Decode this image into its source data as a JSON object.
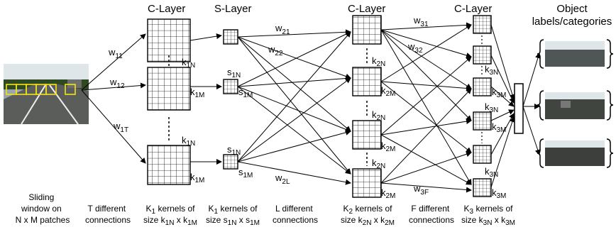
{
  "headers": {
    "c_layer_1": "C-Layer",
    "s_layer": "S-Layer",
    "c_layer_2": "C-Layer",
    "c_layer_3": "C-Layer",
    "output_line1": "Object",
    "output_line2": "labels/categories"
  },
  "weights": {
    "w11": "w",
    "w11_sub": "11",
    "w12": "w",
    "w12_sub": "12",
    "w1T": "w",
    "w1T_sub": "1T",
    "w21": "w",
    "w21_sub": "21",
    "w22": "w",
    "w22_sub": "22",
    "w2L": "w",
    "w2L_sub": "2L",
    "w31": "w",
    "w31_sub": "31",
    "w32": "w",
    "w32_sub": "32",
    "w3F": "w",
    "w3F_sub": "3F"
  },
  "kernel_labels": {
    "k": "k",
    "s": "s",
    "k1N": "1N",
    "k1M": "1M",
    "s1N": "1N",
    "s1M": "1M",
    "k2N": "2N",
    "k2M": "2M",
    "k3N": "3N",
    "k3M": "3M"
  },
  "captions": {
    "c1_l1": "Sliding",
    "c1_l2": "window on",
    "c1_l3": "N x M patches",
    "c2_l1": "T different",
    "c2_l2": "connections",
    "c3_l1a": "K",
    "c3_l1b": "1",
    "c3_l1c": " kernels of",
    "c3_l2a": "size k",
    "c3_l2b": "1N",
    "c3_l2c": " x k",
    "c3_l2d": "1M",
    "c4_l1a": "K",
    "c4_l1b": "1",
    "c4_l1c": " kernels of",
    "c4_l2a": "size s",
    "c4_l2b": "1N",
    "c4_l2c": " x s",
    "c4_l2d": "1M",
    "c5_l1": "L different",
    "c5_l2": "connections",
    "c6_l1a": "K",
    "c6_l1b": "2",
    "c6_l1c": " kernels of",
    "c6_l2a": "size k",
    "c6_l2b": "2N",
    "c6_l2c": " x k",
    "c6_l2d": "2M",
    "c7_l1": "F different",
    "c7_l2": "connections",
    "c8_l1a": "K",
    "c8_l1b": "3",
    "c8_l1c": " kernels of",
    "c8_l2a": "size k",
    "c8_l2b": "3N",
    "c8_l2c": " x k",
    "c8_l2d": "3M"
  },
  "colors": {
    "line": "#000000",
    "sky": "#dfe6ea",
    "road": "#5a5d5a",
    "grass": "#2f4a22",
    "patch": "#f2e21a"
  }
}
